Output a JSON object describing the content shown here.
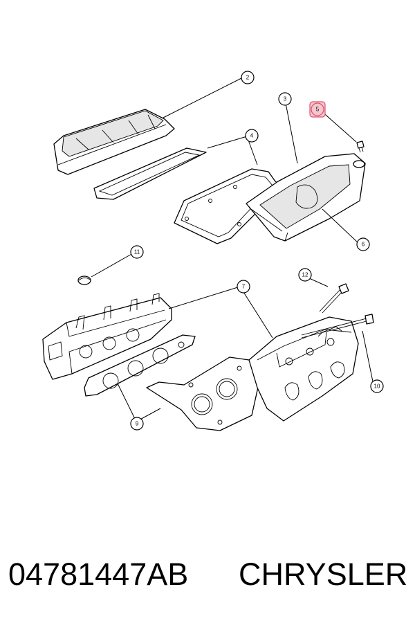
{
  "callouts": [
    {
      "id": "2",
      "label": "2",
      "highlighted": false
    },
    {
      "id": "3",
      "label": "3",
      "highlighted": false
    },
    {
      "id": "4",
      "label": "4",
      "highlighted": false
    },
    {
      "id": "5",
      "label": "5",
      "highlighted": true
    },
    {
      "id": "6",
      "label": "6",
      "highlighted": false
    },
    {
      "id": "7",
      "label": "7",
      "highlighted": false
    },
    {
      "id": "9",
      "label": "9",
      "highlighted": false
    },
    {
      "id": "10",
      "label": "10",
      "highlighted": false
    },
    {
      "id": "11",
      "label": "11",
      "highlighted": false
    },
    {
      "id": "12",
      "label": "12",
      "highlighted": false
    }
  ],
  "footer": {
    "part_number": "04781447AB",
    "brand": "CHRYSLER"
  },
  "colors": {
    "highlight_fill": "#f6c6cf",
    "highlight_stroke": "#d9536b",
    "line": "#000000",
    "background": "#ffffff"
  }
}
